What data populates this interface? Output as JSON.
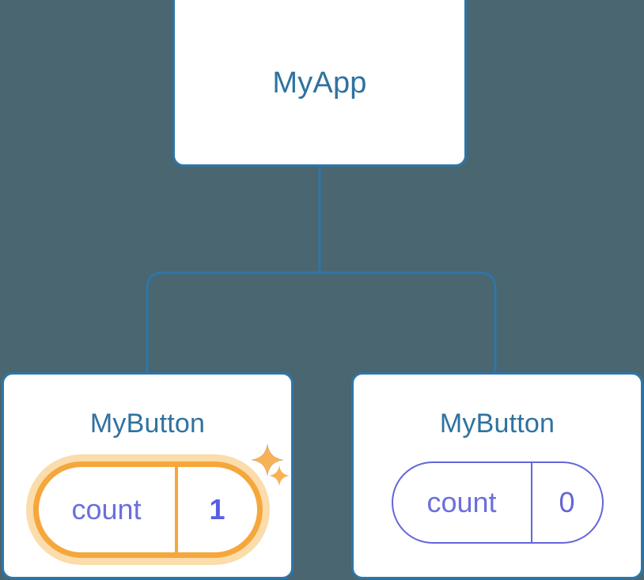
{
  "diagram": {
    "type": "component-tree",
    "background_color": "#4a6670",
    "edge_color": "#2e76a8",
    "card_border_color": "#2e76a8",
    "card_fill_color": "#ffffff",
    "title_text_color": "#2f72a0",
    "highlight_color": "#f5a73c",
    "highlight_glow_color": "#fbdcab",
    "state_color": "#6366d8",
    "state_active_value_color": "#5a5be8"
  },
  "root": {
    "title": "MyApp"
  },
  "children": [
    {
      "title": "MyButton",
      "state": {
        "key": "count",
        "value": "1"
      },
      "highlighted": true,
      "sparkle_large": "sparkle-icon",
      "sparkle_small": "sparkle-icon"
    },
    {
      "title": "MyButton",
      "state": {
        "key": "count",
        "value": "0"
      },
      "highlighted": false
    }
  ]
}
